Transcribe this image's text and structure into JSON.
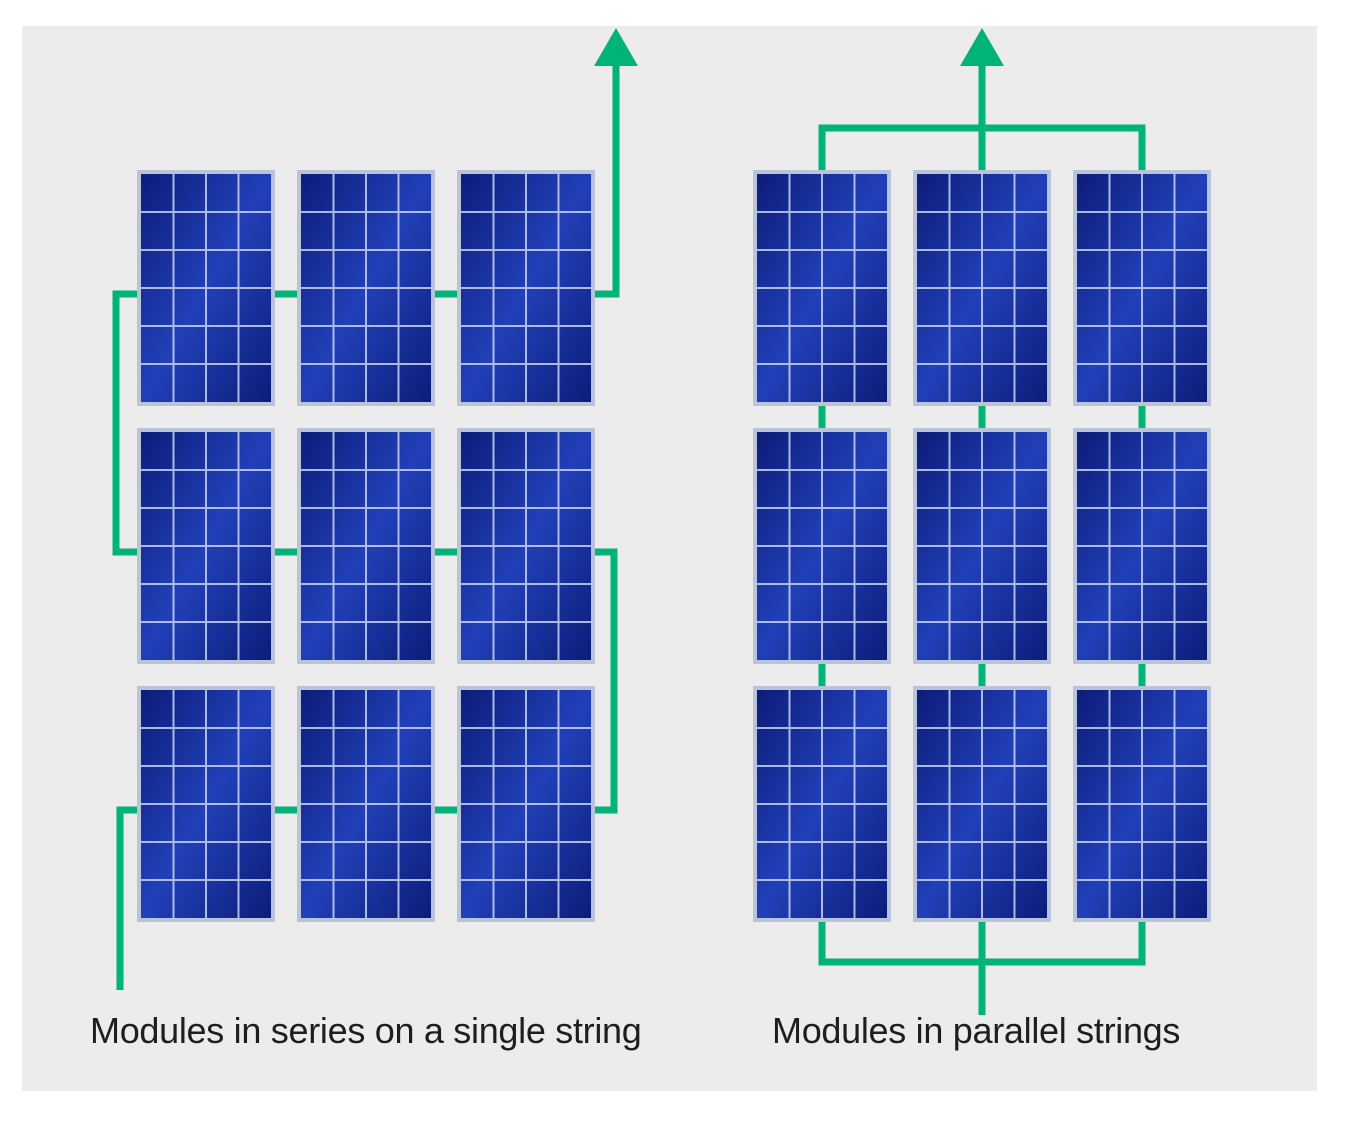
{
  "colors": {
    "background": "#ececec",
    "wire": "#00b377",
    "panel_dark": "#0c1d7a",
    "panel_light": "#2140b8",
    "panel_frame": "#b9c3da",
    "cell_line": "#c8d2ee"
  },
  "series_diagram": {
    "caption": "Modules in series on a single string",
    "rows": 3,
    "cols": 3
  },
  "parallel_diagram": {
    "caption": "Modules in parallel strings",
    "rows": 3,
    "cols": 3
  }
}
